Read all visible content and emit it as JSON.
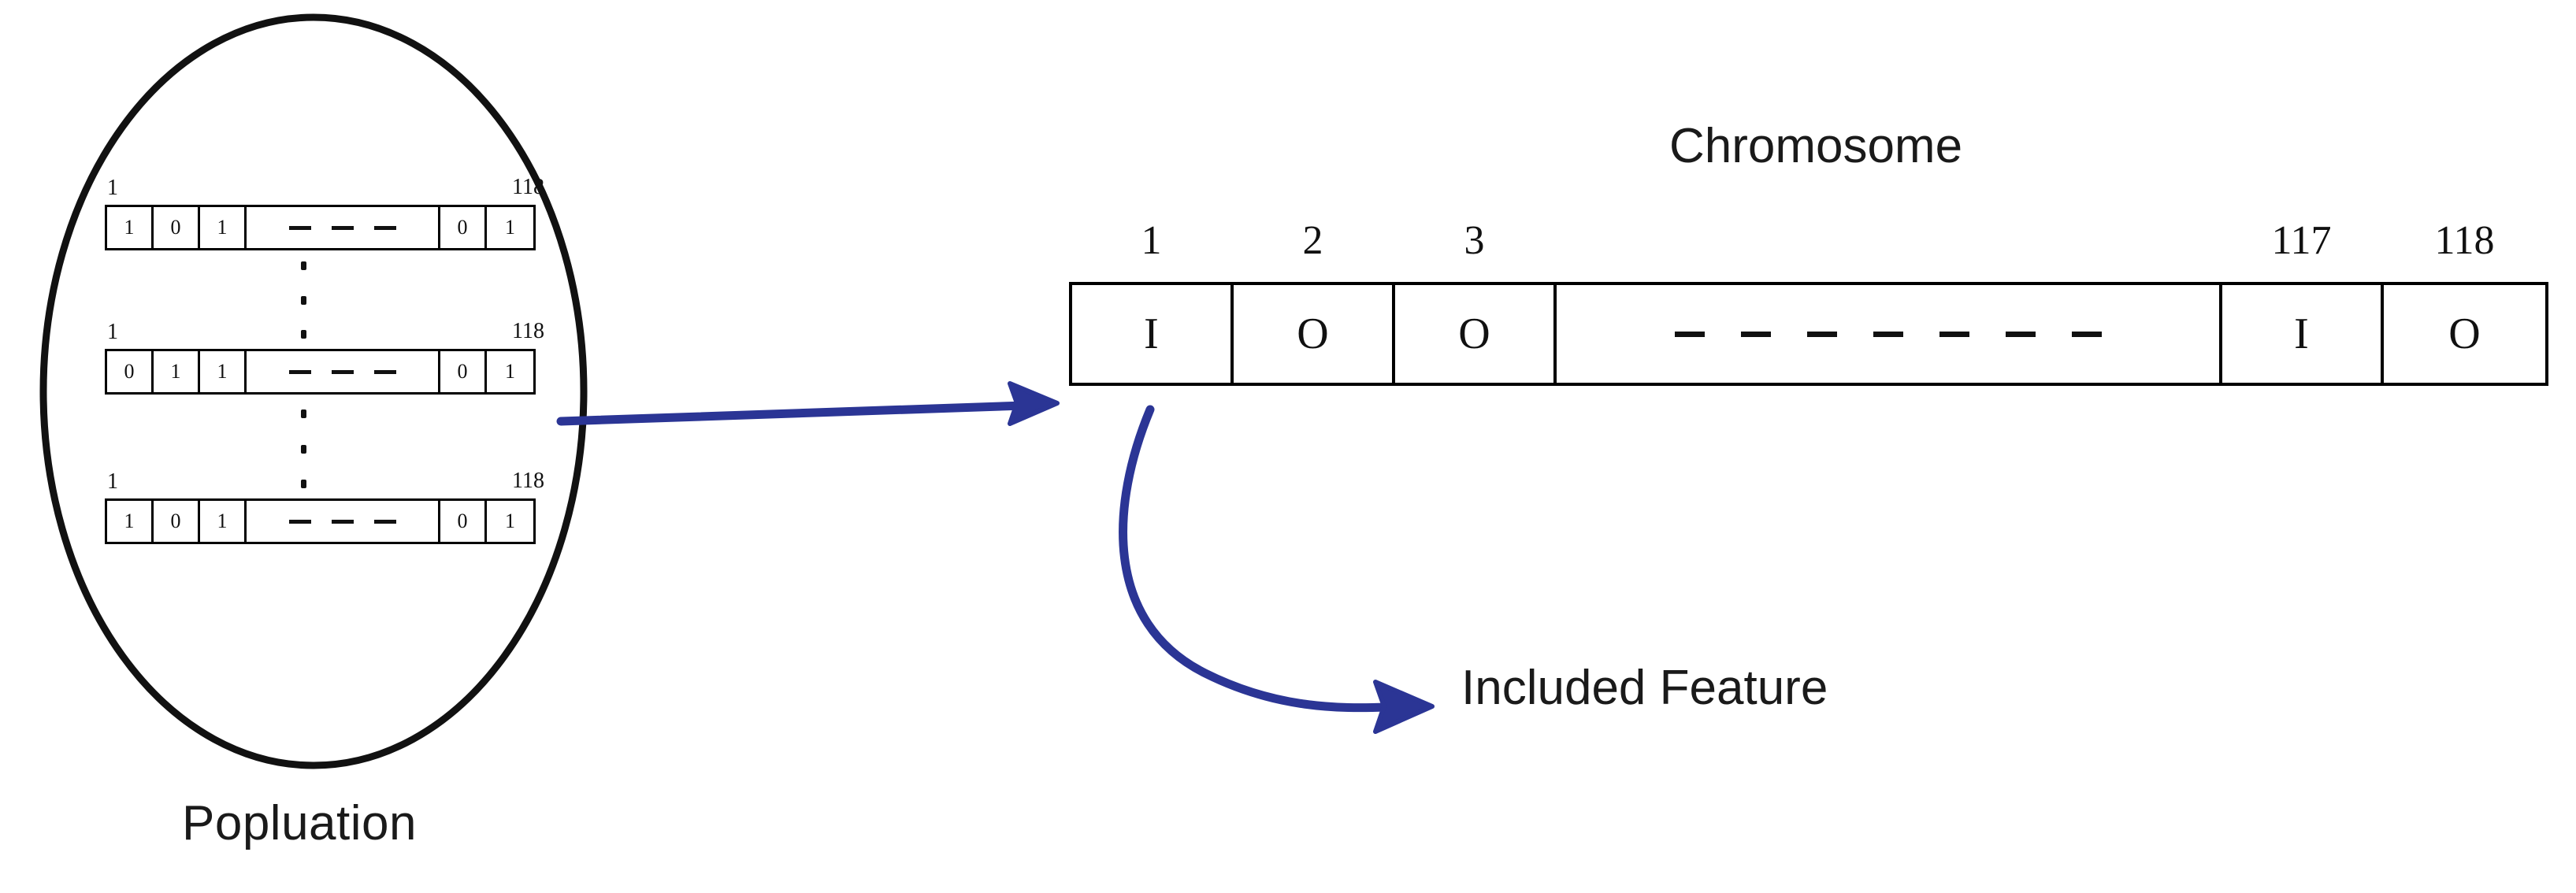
{
  "diagram": {
    "title_population": "Popluation",
    "title_chromosome": "Chromosome",
    "annotation_included_feature": "Included Feature",
    "accent_color": "#2b3595",
    "line_color": "#111111"
  },
  "population": {
    "label": "Popluation",
    "rows": [
      {
        "index_start": "1",
        "index_end": "118",
        "cells": [
          "1",
          "0",
          "1",
          "dashes",
          "0",
          "1"
        ]
      },
      {
        "index_start": "1",
        "index_end": "118",
        "cells": [
          "0",
          "1",
          "1",
          "dashes",
          "0",
          "1"
        ]
      },
      {
        "index_start": "1",
        "index_end": "118",
        "cells": [
          "1",
          "0",
          "1",
          "dashes",
          "0",
          "1"
        ]
      }
    ],
    "row_dash_count": 3,
    "separator_dot_count": 3
  },
  "chromosome": {
    "title": "Chromosome",
    "indices": [
      "1",
      "2",
      "3",
      "",
      "117",
      "118"
    ],
    "values": [
      "I",
      "O",
      "O",
      "dashes",
      "I",
      "O"
    ],
    "middle_dash_count": 7
  },
  "arrows": {
    "population_to_chromosome": {
      "name": "population-to-chromosome-arrow",
      "color": "#2b3595"
    },
    "cell_to_feature": {
      "name": "included-feature-callout-arrow",
      "color": "#2b3595",
      "label": "Included Feature"
    }
  }
}
